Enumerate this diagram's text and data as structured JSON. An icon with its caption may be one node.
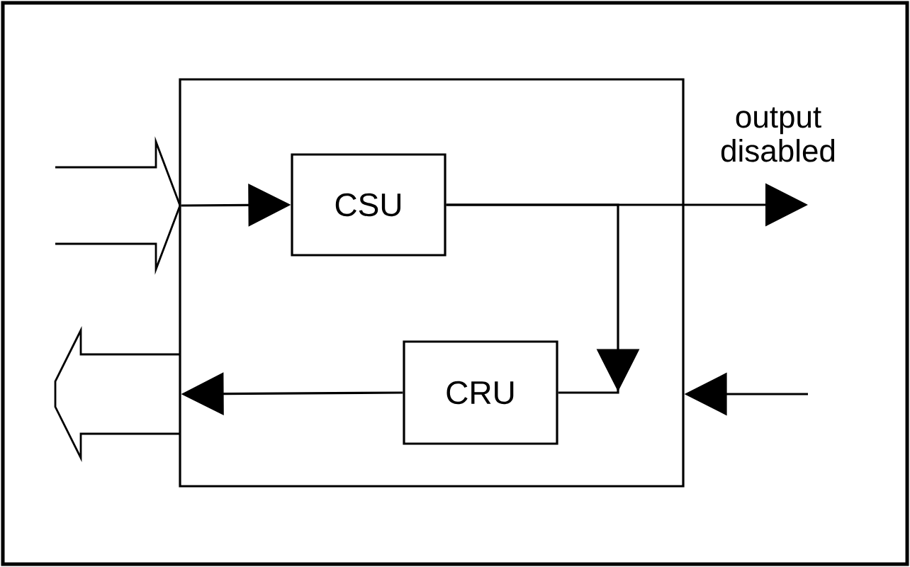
{
  "diagram": {
    "nodes": [
      {
        "text": [],
        "shape": "box"
      },
      {
        "text": [
          "CSU"
        ],
        "in": 0
      },
      {
        "text": [
          "CRU"
        ],
        "in": 0
      },
      {
        "text": [],
        "shape": "arrow"
      },
      {
        "text": [],
        "shape": "arrow"
      }
    ],
    "edges": [
      {
        "from": 3,
        "to": 1,
        "arrow": "to"
      },
      {
        "from": 1,
        "to": null,
        "arrow": "to",
        "label": "output disabled"
      },
      {
        "from": 1,
        "to": 2,
        "arrow": "to"
      },
      {
        "from": 2,
        "to": 4,
        "arrow": "to"
      },
      {
        "from": null,
        "to": 0,
        "arrow": "to"
      }
    ]
  }
}
